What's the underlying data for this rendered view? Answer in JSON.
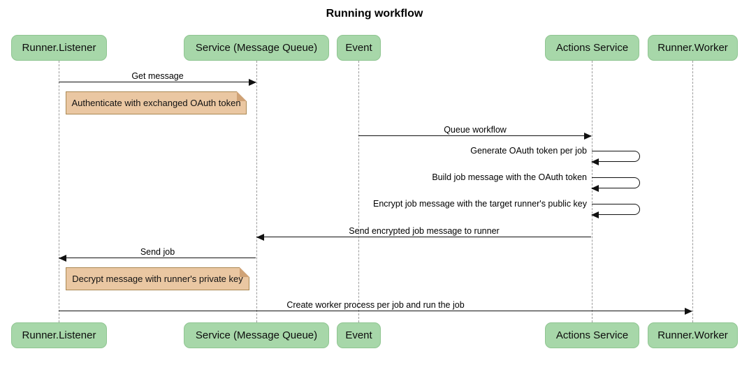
{
  "title": "Running workflow",
  "participants": [
    {
      "id": "runner-listener",
      "label": "Runner.Listener"
    },
    {
      "id": "service-message-queue",
      "label": "Service (Message Queue)"
    },
    {
      "id": "event",
      "label": "Event"
    },
    {
      "id": "actions-service",
      "label": "Actions Service"
    },
    {
      "id": "runner-worker",
      "label": "Runner.Worker"
    }
  ],
  "messages": [
    {
      "label": "Get message",
      "from": "Runner.Listener",
      "to": "Service (Message Queue)",
      "direction": "right"
    },
    {
      "label": "Queue workflow",
      "from": "Event",
      "to": "Actions Service",
      "direction": "right"
    },
    {
      "label": "Generate OAuth token per job",
      "from": "Actions Service",
      "to": "Actions Service",
      "direction": "self"
    },
    {
      "label": "Build job message with the OAuth token",
      "from": "Actions Service",
      "to": "Actions Service",
      "direction": "self"
    },
    {
      "label": "Encrypt job message with the target runner's public key",
      "from": "Actions Service",
      "to": "Actions Service",
      "direction": "self"
    },
    {
      "label": "Send encrypted job message to runner",
      "from": "Actions Service",
      "to": "Service (Message Queue)",
      "direction": "left"
    },
    {
      "label": "Send job",
      "from": "Service (Message Queue)",
      "to": "Runner.Listener",
      "direction": "left"
    },
    {
      "label": "Create worker process per job and run the job",
      "from": "Runner.Listener",
      "to": "Runner.Worker",
      "direction": "right"
    }
  ],
  "notes": [
    {
      "label": "Authenticate with exchanged OAuth token",
      "over": "Runner.Listener"
    },
    {
      "label": "Decrypt message with runner's private key",
      "over": "Runner.Listener"
    }
  ],
  "colors": {
    "actor_fill": "#a7d7a9",
    "actor_border": "#8fc591",
    "note_fill": "#eac7a2",
    "note_border": "#aa8852",
    "lifeline": "#9b9b9b",
    "arrow": "#111111",
    "background": "#ffffff"
  }
}
